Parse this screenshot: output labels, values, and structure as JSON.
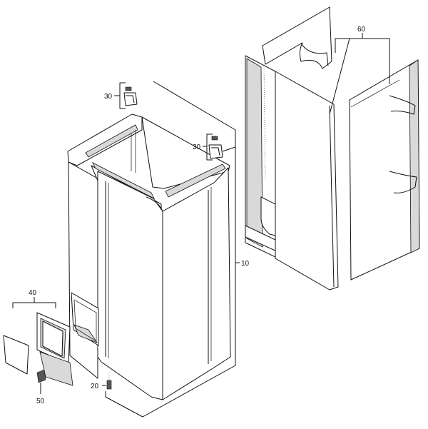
{
  "parts": [
    {
      "id": "p10",
      "number": "10"
    },
    {
      "id": "p20",
      "number": "20"
    },
    {
      "id": "p30a",
      "number": "30"
    },
    {
      "id": "p30b",
      "number": "30"
    },
    {
      "id": "p40",
      "number": "40"
    },
    {
      "id": "p50",
      "number": "50"
    },
    {
      "id": "p60",
      "number": "60"
    }
  ]
}
